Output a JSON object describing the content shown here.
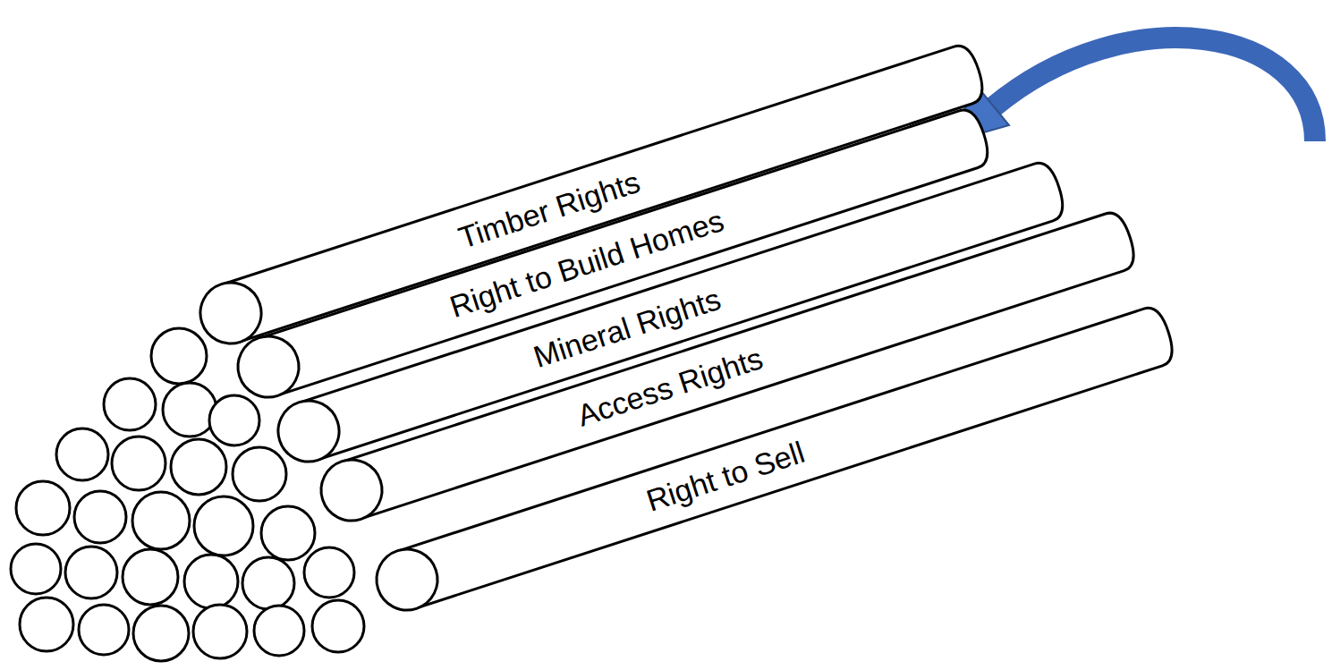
{
  "diagram": {
    "nodes": [
      {
        "text": [
          "Timber Rights"
        ]
      },
      {
        "text": [
          "Right to Build Homes"
        ]
      },
      {
        "text": [
          "Mineral Rights"
        ]
      },
      {
        "text": [
          "Access Rights"
        ]
      },
      {
        "text": [
          "Right to Sell"
        ]
      }
    ]
  }
}
